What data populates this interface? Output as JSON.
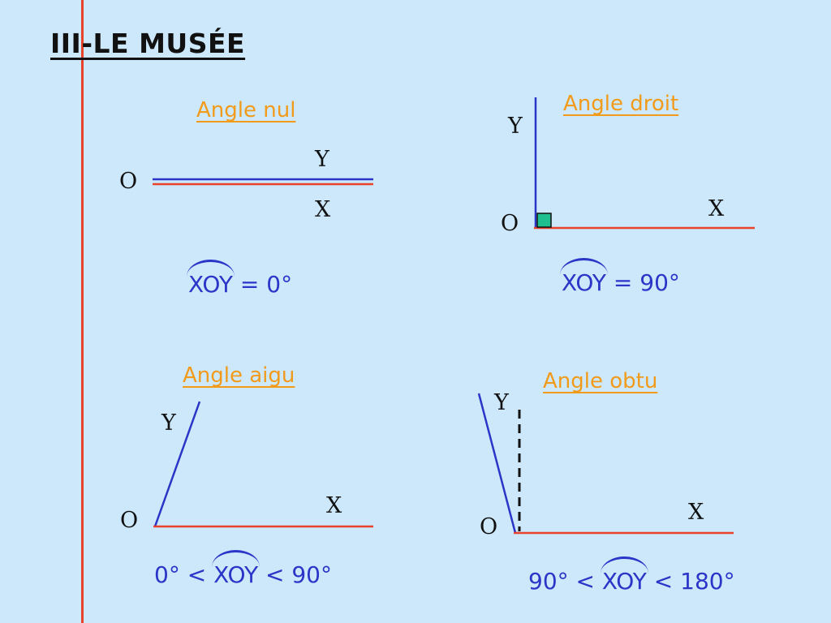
{
  "title": "III-LE MUSÉE",
  "figures": {
    "nul": {
      "heading": "Angle nul",
      "o": "O",
      "x": "X",
      "y": "Y",
      "formula_pre": "",
      "formula_angle": "XOY",
      "formula_post": " = 0°"
    },
    "droit": {
      "heading": "Angle droit",
      "o": "O",
      "x": "X",
      "y": "Y",
      "formula_pre": "",
      "formula_angle": "XOY",
      "formula_post": " = 90°"
    },
    "aigu": {
      "heading": "Angle aigu",
      "o": "O",
      "x": "X",
      "y": "Y",
      "formula_pre": "0° < ",
      "formula_angle": "XOY",
      "formula_post": " < 90°"
    },
    "obtu": {
      "heading": "Angle obtu",
      "o": "O",
      "x": "X",
      "y": "Y",
      "formula_pre": "90° < ",
      "formula_angle": "XOY",
      "formula_post": " < 180°"
    }
  },
  "colors": {
    "background": "#cce8fa",
    "ray_x": "#e8432a",
    "ray_y": "#2b35c8",
    "heading": "#f29a1a",
    "right_angle_marker": "#1fbf8f"
  }
}
